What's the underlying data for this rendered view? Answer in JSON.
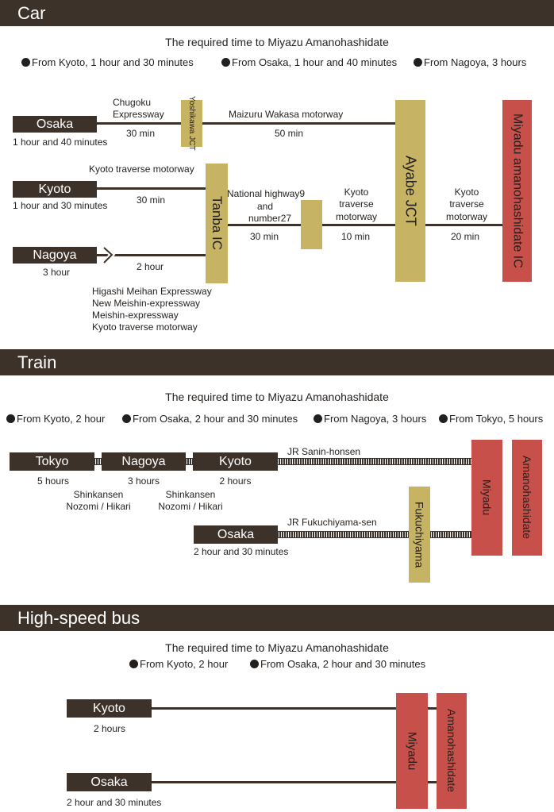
{
  "car": {
    "title": "Car",
    "required": "The required time to Miyazu Amanohashidate",
    "from": [
      "From Kyoto, 1 hour and 30 minutes",
      "From Osaka, 1 hour and 40 minutes",
      "From Nagoya, 3 hours"
    ],
    "osaka": "Osaka",
    "osaka_time": "1 hour and 40 minutes",
    "kyoto": "Kyoto",
    "kyoto_time": "1 hour and 30 minutes",
    "nagoya": "Nagoya",
    "nagoya_time": "3 hour",
    "chugoku_1": "Chugoku",
    "chugoku_2": "Expressway",
    "chugoku_time": "30 min",
    "yoshikawa": "Yoshikawa JCT",
    "maizuru": "Maizuru Wakasa motorway",
    "maizuru_time": "50 min",
    "kyoto_traverse": "Kyoto traverse motorway",
    "kyoto_traverse_time": "30 min",
    "nagoya_time_route": "2 hour",
    "tanba": "Tanba IC",
    "national_1": "National highway9",
    "national_2": "and",
    "national_3": "number27",
    "national_time": "30 min",
    "kt1_1": "Kyoto",
    "kt1_2": "traverse",
    "kt1_3": "motorway",
    "kt1_time": "10 min",
    "ayabe": "Ayabe JCT",
    "kt2_1": "Kyoto",
    "kt2_2": "traverse",
    "kt2_3": "motorway",
    "kt2_time": "20 min",
    "miyadu_ic": "Miyadu amanohashidate IC",
    "nagoya_routes": [
      "Higashi Meihan Expressway",
      "New Meishin-expressway",
      "Meishin-expressway",
      "Kyoto traverse motorway"
    ]
  },
  "train": {
    "title": "Train",
    "required": "The required time to Miyazu Amanohashidate",
    "from": [
      "From Kyoto, 2 hour",
      "From Osaka, 2 hour and 30 minutes",
      "From Nagoya, 3 hours",
      "From Tokyo, 5 hours"
    ],
    "tokyo": "Tokyo",
    "tokyo_time": "5 hours",
    "nagoya": "Nagoya",
    "nagoya_time": "3 hours",
    "kyoto": "Kyoto",
    "kyoto_time": "2 hours",
    "shink1_1": "Shinkansen",
    "shink1_2": "Nozomi / Hikari",
    "shink2_1": "Shinkansen",
    "shink2_2": "Nozomi / Hikari",
    "sanin": "JR Sanin-honsen",
    "osaka": "Osaka",
    "osaka_time": "2 hour and 30 minutes",
    "fukuchiyama_line": "JR Fukuchiyama-sen",
    "fukuchiyama": "Fukuchiyama",
    "miyadu": "Miyadu",
    "amanohashidate": "Amanohashidate"
  },
  "bus": {
    "title": "High-speed bus",
    "required": "The required time to Miyazu Amanohashidate",
    "from": [
      "From Kyoto, 2 hour",
      "From Osaka, 2 hour and 30 minutes"
    ],
    "kyoto": "Kyoto",
    "kyoto_time": "2 hours",
    "osaka": "Osaka",
    "osaka_time": "2 hour and 30 minutes",
    "miyadu": "Miyadu",
    "amanohashidate": "Amanohashidate"
  },
  "colors": {
    "band": "#3d3229",
    "gold": "#c6b363",
    "red": "#c8504a"
  }
}
